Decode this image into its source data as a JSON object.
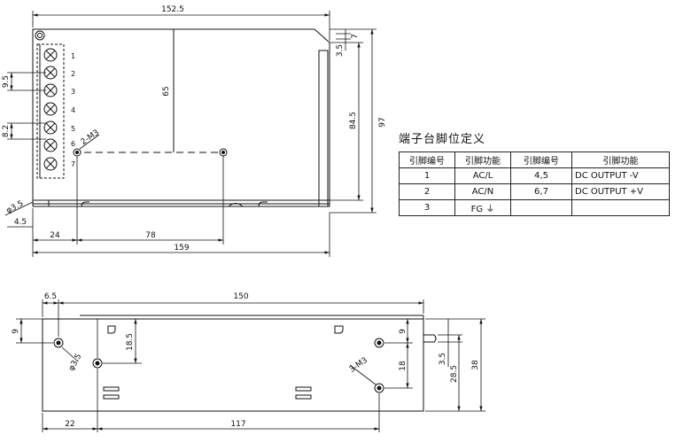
{
  "top_view": {
    "dims": {
      "width_overall": "152.5",
      "height_overall": "97",
      "height_inner": "84.5",
      "mount_vertical": "65",
      "terminal_pitch": "9.5",
      "terminal_gap": "8.2",
      "hole_spacing": "78",
      "left_offset": "24",
      "edge_offset": "4.5",
      "hole_dia": "φ3.5",
      "top_notch": "7",
      "notch_small": "3.5",
      "base_width": "159",
      "screw_label": "2-M3"
    },
    "terminal_labels": [
      "1",
      "2",
      "3",
      "4",
      "5",
      "6",
      "7"
    ]
  },
  "side_view": {
    "dims": {
      "length": "150",
      "left_offset": "6.5",
      "top_offset": "9",
      "vertical_hole": "18.5",
      "hole_dia": "φ3.5",
      "screw_label": "3-M3",
      "right_9": "9",
      "right_18": "18",
      "right_3_5": "3.5",
      "height_28_5": "28.5",
      "height_38": "38",
      "bottom_22": "22",
      "bottom_117": "117"
    }
  },
  "pin_table": {
    "title": "端子台脚位定义",
    "headers": [
      "引脚编号",
      "引脚功能",
      "引脚编号",
      "引脚功能"
    ],
    "rows": [
      {
        "pin": "1",
        "func": "AC/L",
        "pin2": "4,5",
        "func2": "DC OUTPUT -V"
      },
      {
        "pin": "2",
        "func": "AC/N",
        "pin2": "6,7",
        "func2": "DC OUTPUT +V"
      },
      {
        "pin": "3",
        "func": "FG ⏚",
        "pin2": "",
        "func2": ""
      }
    ]
  }
}
